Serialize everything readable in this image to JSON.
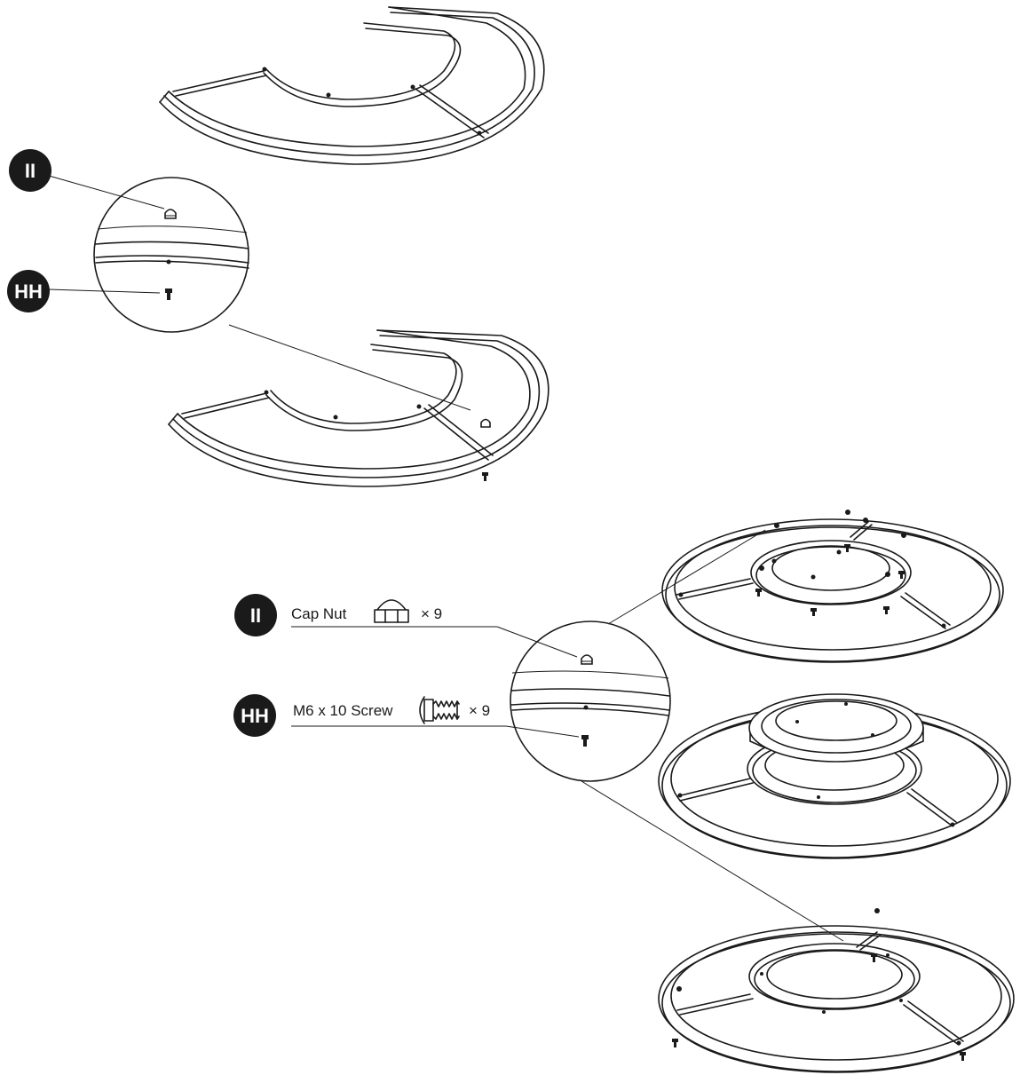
{
  "parts": [
    {
      "badge": "II",
      "name": "Cap Nut",
      "qty": "× 9",
      "icon": "cap-nut-icon"
    },
    {
      "badge": "HH",
      "name": "M6 x 10 Screw",
      "qty": "× 9",
      "icon": "screw-icon"
    }
  ],
  "colors": {
    "ink": "#1a1a1a",
    "background": "#ffffff"
  }
}
